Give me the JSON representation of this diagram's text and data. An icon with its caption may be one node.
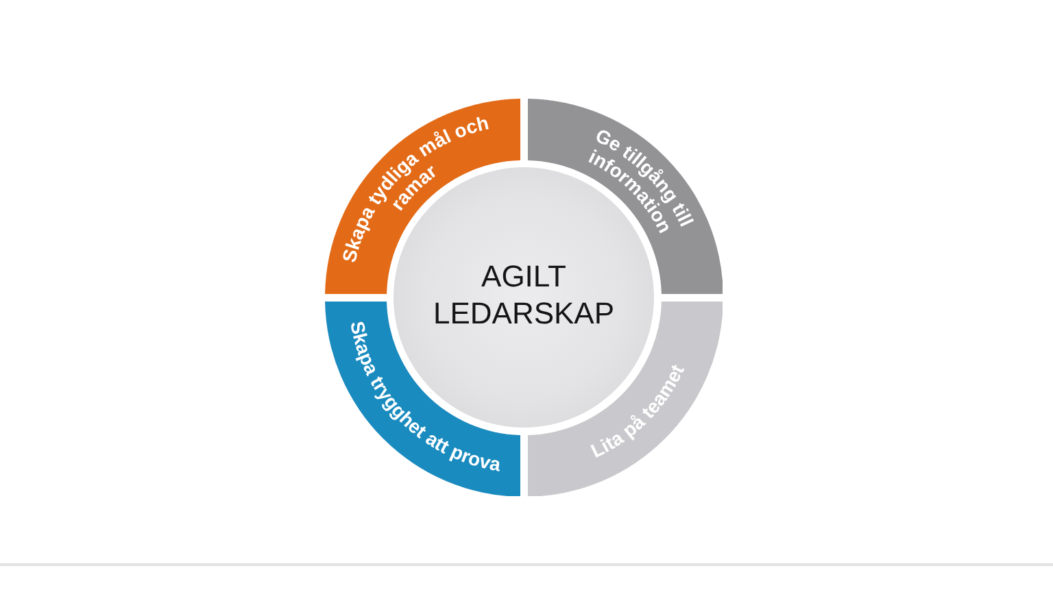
{
  "diagram": {
    "nodes": [
      {
        "text": [
          "Skapa tydliga mål och ramar"
        ]
      },
      {
        "text": [
          "Ge tillgång till information"
        ]
      },
      {
        "text": [
          "AGILT LEDARSKAP"
        ]
      },
      {
        "text": [
          "Skapa trygghet att prova"
        ]
      },
      {
        "text": [
          "Lita på teamet"
        ]
      }
    ]
  }
}
